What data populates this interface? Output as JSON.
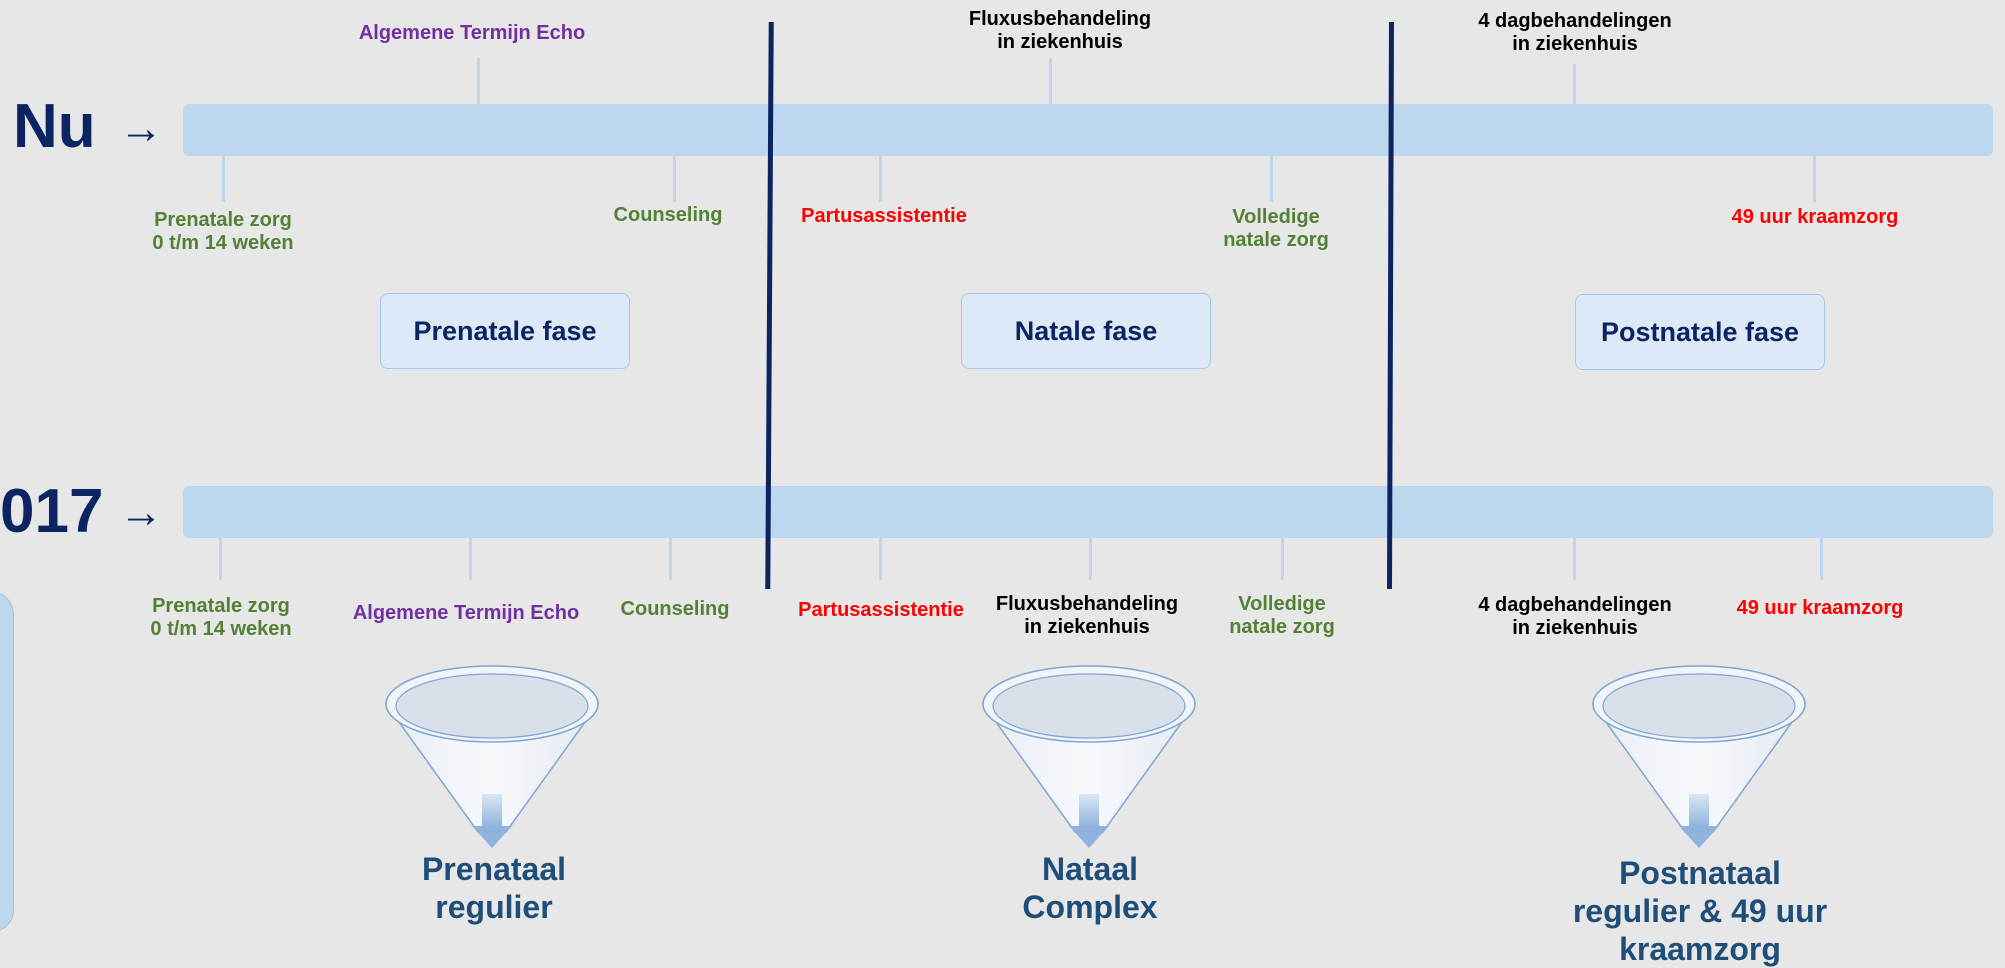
{
  "rows": {
    "now": {
      "label": "Nu",
      "arrow": "→"
    },
    "future": {
      "label": "017",
      "arrow": "→"
    }
  },
  "top_row": {
    "above": [
      {
        "text": "Algemene Termijn Echo",
        "color": "purple"
      },
      {
        "text": "Fluxusbehandeling\nin ziekenhuis",
        "color": "black"
      },
      {
        "text": "4 dagbehandelingen\nin ziekenhuis",
        "color": "black"
      }
    ],
    "below": [
      {
        "text": "Prenatale zorg\n0 t/m 14 weken",
        "color": "green"
      },
      {
        "text": "Counseling",
        "color": "green"
      },
      {
        "text": "Partusassistentie",
        "color": "red"
      },
      {
        "text": "Volledige\nnatale zorg",
        "color": "green"
      },
      {
        "text": "49 uur kraamzorg",
        "color": "red"
      }
    ]
  },
  "phases": [
    {
      "label": "Prenatale fase"
    },
    {
      "label": "Natale fase"
    },
    {
      "label": "Postnatale fase"
    }
  ],
  "bottom_row": {
    "below": [
      {
        "text": "Prenatale zorg\n0 t/m 14 weken",
        "color": "green"
      },
      {
        "text": "Algemene Termijn Echo",
        "color": "purple"
      },
      {
        "text": "Counseling",
        "color": "green"
      },
      {
        "text": "Partusassistentie",
        "color": "red"
      },
      {
        "text": "Fluxusbehandeling\nin ziekenhuis",
        "color": "black"
      },
      {
        "text": "Volledige\nnatale zorg",
        "color": "green"
      },
      {
        "text": "4 dagbehandelingen\nin ziekenhuis",
        "color": "black"
      },
      {
        "text": "49 uur kraamzorg",
        "color": "red"
      }
    ]
  },
  "outputs": [
    {
      "text": "Prenataal\nregulier"
    },
    {
      "text": "Nataal\nComplex"
    },
    {
      "text": "Postnataal\nregulier & 49 uur\nkraamzorg"
    }
  ],
  "colors": {
    "navy": "#0c2461",
    "bar": "#bdd7ee",
    "green": "#538135",
    "purple": "#7030a0",
    "red": "#ff0000",
    "black": "#000000",
    "output_text": "#1f4e79"
  }
}
